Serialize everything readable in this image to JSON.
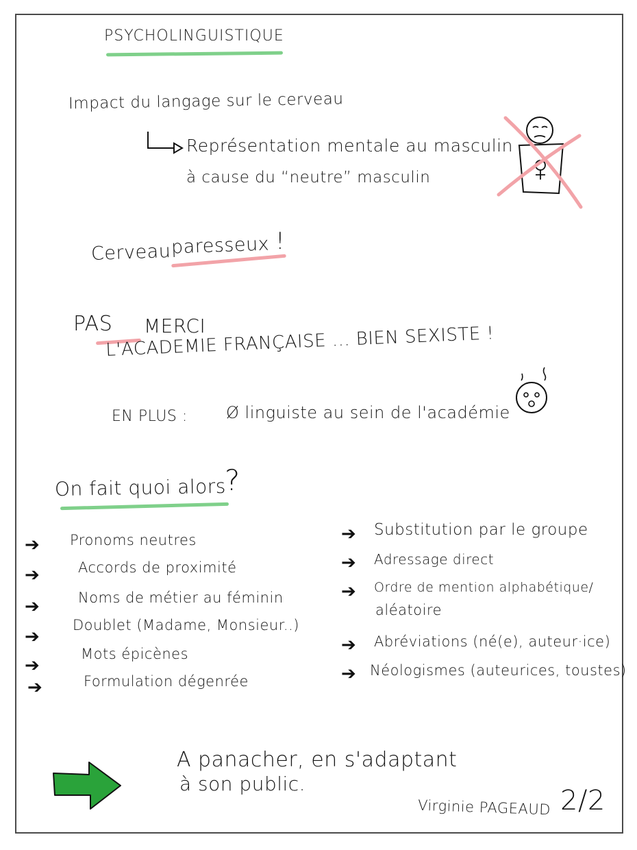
{
  "title": "PSYCHOLINGUISTIQUE",
  "impact": "Impact du langage sur le cerveau",
  "representation_line1": "Représentation mentale au masculin",
  "representation_line2": "à cause du “neutre” masculin",
  "cerveau_prefix": "Cerveau",
  "cerveau_word": "paresseux",
  "cerveau_excl": "!",
  "pas_merci_a": "PAS",
  "pas_merci_b": "MERCI",
  "academie": "L'ACADEMIE FRANÇAISE ... BIEN SEXISTE !",
  "en_plus_label": "EN PLUS :",
  "en_plus_text": "Ø linguiste au sein de l'académie",
  "question_main": "On fait quoi alors",
  "question_mark": "?",
  "left_list": [
    "Pronoms neutres",
    "Accords de proximité",
    "Noms de métier au féminin",
    "Doublet (Madame, Monsieur..)",
    "Mots épicènes",
    "Formulation dégenrée"
  ],
  "right_list": [
    "Substitution par le groupe",
    "Adressage direct",
    "Ordre de mention alphabétique/",
    "Abréviations (né(e), auteur·ice)",
    "Néologismes (auteurices, toustes)"
  ],
  "right_list_cont": "aléatoire",
  "arrow_glyph": "➔",
  "conclusion_line1": "A panacher, en s'adaptant",
  "conclusion_line2": "à son public.",
  "author": "Virginie PAGEAUD",
  "page_number": "2/2",
  "colors": {
    "green_underline": "#7fd08a",
    "pink_underline": "#f2a3a8",
    "arrow_green": "#2aa33a"
  }
}
